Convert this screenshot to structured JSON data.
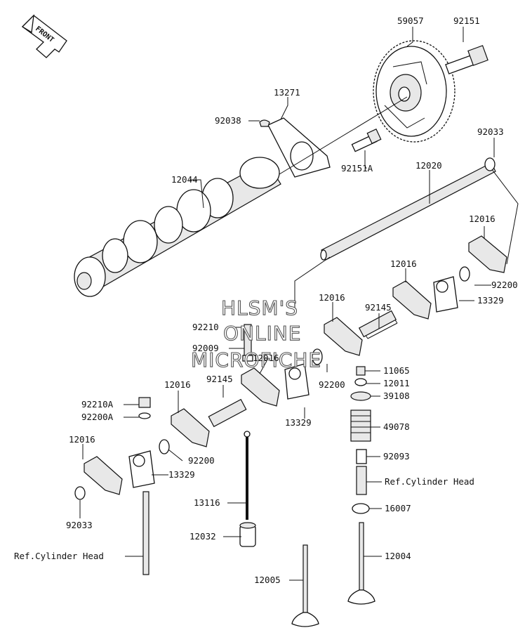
{
  "badge": {
    "front_label": "FRONT"
  },
  "watermark": {
    "line1": "HLSM'S",
    "line2": "ONLINE",
    "line3": "MICROFICHE"
  },
  "callouts": {
    "c59057": "59057",
    "c92151": "92151",
    "c13271": "13271",
    "c92038": "92038",
    "c92033_top": "92033",
    "c12044": "12044",
    "c92151A": "92151A",
    "c12020": "12020",
    "c12016_a": "12016",
    "c12016_b": "12016",
    "c12016_c": "12016",
    "c12016_d": "12016",
    "c12016_e": "12016",
    "c12016_f": "12016",
    "c92200_a": "92200",
    "c92200_b": "92200",
    "c92200_c": "92200",
    "c13329_a": "13329",
    "c13329_b": "13329",
    "c13329_c": "13329",
    "c92145_a": "92145",
    "c92145_b": "92145",
    "c92210": "92210",
    "c92009": "92009",
    "c92210A": "92210A",
    "c92200A": "92200A",
    "c11065": "11065",
    "c12011": "12011",
    "c39108": "39108",
    "c49078": "49078",
    "c92093": "92093",
    "c16007": "16007",
    "c12004": "12004",
    "c12005": "12005",
    "c13116": "13116",
    "c12032": "12032",
    "c92033_bot": "92033",
    "ref_cyl_right": "Ref.Cylinder Head",
    "ref_cyl_left": "Ref.Cylinder Head"
  }
}
